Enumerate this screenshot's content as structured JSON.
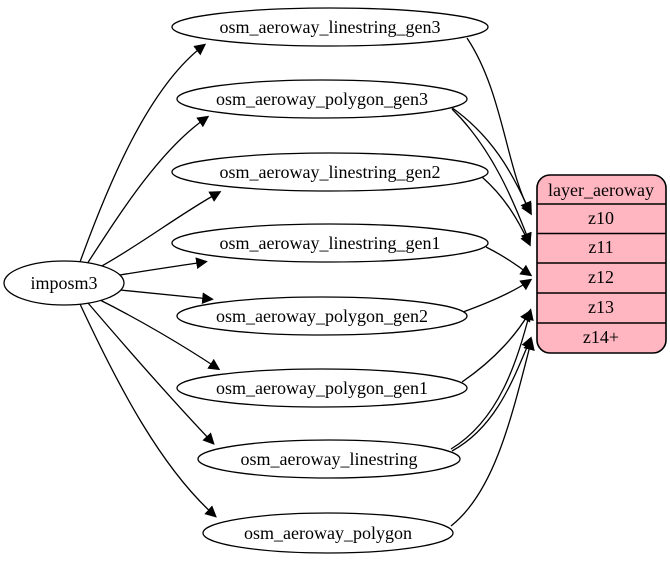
{
  "diagram": {
    "source": {
      "label": "imposm3"
    },
    "tables": [
      {
        "label": "osm_aeroway_linestring_gen3"
      },
      {
        "label": "osm_aeroway_polygon_gen3"
      },
      {
        "label": "osm_aeroway_linestring_gen2"
      },
      {
        "label": "osm_aeroway_linestring_gen1"
      },
      {
        "label": "osm_aeroway_polygon_gen2"
      },
      {
        "label": "osm_aeroway_polygon_gen1"
      },
      {
        "label": "osm_aeroway_linestring"
      },
      {
        "label": "osm_aeroway_polygon"
      }
    ],
    "layer": {
      "title": "layer_aeroway",
      "zoom_rows": [
        {
          "label": "z10"
        },
        {
          "label": "z11"
        },
        {
          "label": "z12"
        },
        {
          "label": "z13"
        },
        {
          "label": "z14+"
        }
      ]
    },
    "edges": {
      "from_source": [
        "osm_aeroway_linestring_gen3",
        "osm_aeroway_polygon_gen3",
        "osm_aeroway_linestring_gen2",
        "osm_aeroway_linestring_gen1",
        "osm_aeroway_polygon_gen2",
        "osm_aeroway_polygon_gen1",
        "osm_aeroway_linestring",
        "osm_aeroway_polygon"
      ],
      "to_layer": [
        {
          "from": "osm_aeroway_linestring_gen3",
          "to": "z10"
        },
        {
          "from": "osm_aeroway_polygon_gen3",
          "to": "z10"
        },
        {
          "from": "osm_aeroway_polygon_gen3",
          "to": "z11"
        },
        {
          "from": "osm_aeroway_linestring_gen2",
          "to": "z11"
        },
        {
          "from": "osm_aeroway_linestring_gen1",
          "to": "z12"
        },
        {
          "from": "osm_aeroway_polygon_gen2",
          "to": "z12"
        },
        {
          "from": "osm_aeroway_polygon_gen1",
          "to": "z13"
        },
        {
          "from": "osm_aeroway_linestring",
          "to": "z13"
        },
        {
          "from": "osm_aeroway_linestring",
          "to": "z14+"
        },
        {
          "from": "osm_aeroway_polygon",
          "to": "z14+"
        }
      ]
    },
    "colors": {
      "layer_fill": "#ffb6c1",
      "table_fill": "#ffffff",
      "stroke": "#000000"
    }
  }
}
